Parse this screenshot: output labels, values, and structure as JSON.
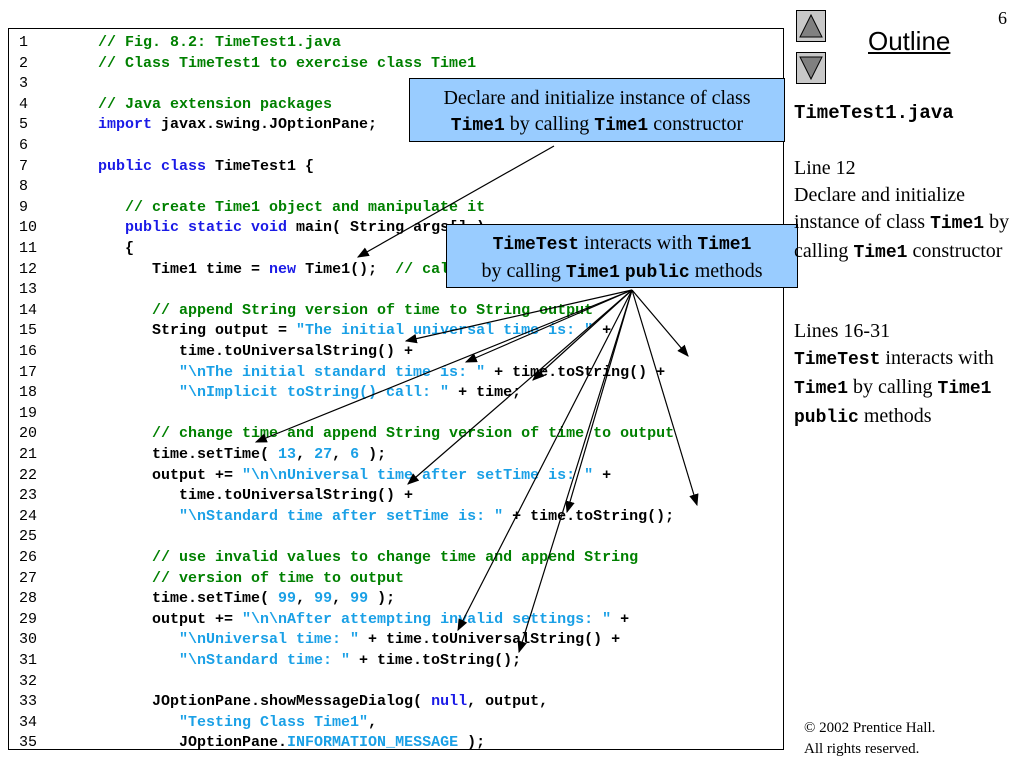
{
  "page_number": "6",
  "outline_label": "Outline",
  "nav": {
    "up_icon": "triangle-up-icon",
    "down_icon": "triangle-down-icon"
  },
  "file_name": "TimeTest1.java",
  "notes": {
    "line12_title": "Line 12",
    "line12_part1": "Declare and initialize instance of class ",
    "line12_class1": "Time1",
    "line12_part2": " by calling ",
    "line12_class2": "Time1",
    "line12_part3": " constructor",
    "lines_title": "Lines 16-31",
    "lines_class1": "TimeTest",
    "lines_part1": " interacts with ",
    "lines_class2": "Time1",
    "lines_part2": " by calling ",
    "lines_class3": "Time1",
    "lines_kw": "public",
    "lines_part3": " methods"
  },
  "copyright": {
    "line1": "© 2002 Prentice Hall.",
    "line2": "All rights reserved."
  },
  "callouts": {
    "c1": {
      "part1": "Declare and initialize instance of class",
      "class1": "Time1",
      "part2": " by calling ",
      "class2": "Time1",
      "part3": " constructor"
    },
    "c2": {
      "class1": "TimeTest",
      "part1": " interacts with ",
      "class2": "Time1",
      "part2": "by calling ",
      "class3": "Time1",
      "kw": "public",
      "part3": " methods"
    }
  },
  "code_lines": [
    {
      "n": "1",
      "segs": [
        [
          "cm",
          "   // Fig. 8.2: TimeTest1.java"
        ]
      ]
    },
    {
      "n": "2",
      "segs": [
        [
          "cm",
          "   // Class TimeTest1 to exercise class Time1"
        ]
      ]
    },
    {
      "n": "3",
      "segs": []
    },
    {
      "n": "4",
      "segs": [
        [
          "cm",
          "   // Java extension packages"
        ]
      ]
    },
    {
      "n": "5",
      "segs": [
        [
          "kw",
          "   import"
        ],
        [
          "tx",
          " javax.swing.JOptionPane;"
        ]
      ]
    },
    {
      "n": "6",
      "segs": []
    },
    {
      "n": "7",
      "segs": [
        [
          "kw",
          "   public class"
        ],
        [
          "tx",
          " TimeTest1 {"
        ]
      ]
    },
    {
      "n": "8",
      "segs": []
    },
    {
      "n": "9",
      "segs": [
        [
          "cm",
          "      // create Time1 object and manipulate it"
        ]
      ]
    },
    {
      "n": "10",
      "segs": [
        [
          "kw",
          "      public static void"
        ],
        [
          "tx",
          " main( String args[] )"
        ]
      ]
    },
    {
      "n": "11",
      "segs": [
        [
          "tx",
          "      {"
        ]
      ]
    },
    {
      "n": "12",
      "segs": [
        [
          "tx",
          "         Time1 time = "
        ],
        [
          "kw",
          "new"
        ],
        [
          "tx",
          " Time1();  "
        ],
        [
          "cm",
          "// calls Time1 constructor"
        ]
      ]
    },
    {
      "n": "13",
      "segs": []
    },
    {
      "n": "14",
      "segs": [
        [
          "cm",
          "         // append String version of time to String output"
        ]
      ]
    },
    {
      "n": "15",
      "segs": [
        [
          "tx",
          "         String output = "
        ],
        [
          "str",
          "\"The initial universal time is: \""
        ],
        [
          "tx",
          " +"
        ]
      ]
    },
    {
      "n": "16",
      "segs": [
        [
          "tx",
          "            time.toUniversalString() +"
        ]
      ]
    },
    {
      "n": "17",
      "segs": [
        [
          "str",
          "            \"\\nThe initial standard time is: \""
        ],
        [
          "tx",
          " + time.toString() +"
        ]
      ]
    },
    {
      "n": "18",
      "segs": [
        [
          "str",
          "            \"\\nImplicit toString() call: \""
        ],
        [
          "tx",
          " + time;"
        ]
      ]
    },
    {
      "n": "19",
      "segs": []
    },
    {
      "n": "20",
      "segs": [
        [
          "cm",
          "         // change time and append String version of time to output"
        ]
      ]
    },
    {
      "n": "21",
      "segs": [
        [
          "tx",
          "         time.setTime( "
        ],
        [
          "num",
          "13"
        ],
        [
          "tx",
          ", "
        ],
        [
          "num",
          "27"
        ],
        [
          "tx",
          ", "
        ],
        [
          "num",
          "6"
        ],
        [
          "tx",
          " );"
        ]
      ]
    },
    {
      "n": "22",
      "segs": [
        [
          "tx",
          "         output += "
        ],
        [
          "str",
          "\"\\n\\nUniversal time after setTime is: \""
        ],
        [
          "tx",
          " +"
        ]
      ]
    },
    {
      "n": "23",
      "segs": [
        [
          "tx",
          "            time.toUniversalString() +"
        ]
      ]
    },
    {
      "n": "24",
      "segs": [
        [
          "str",
          "            \"\\nStandard time after setTime is: \""
        ],
        [
          "tx",
          " + time.toString();"
        ]
      ]
    },
    {
      "n": "25",
      "segs": []
    },
    {
      "n": "26",
      "segs": [
        [
          "cm",
          "         // use invalid values to change time and append String"
        ]
      ]
    },
    {
      "n": "27",
      "segs": [
        [
          "cm",
          "         // version of time to output"
        ]
      ]
    },
    {
      "n": "28",
      "segs": [
        [
          "tx",
          "         time.setTime( "
        ],
        [
          "num",
          "99"
        ],
        [
          "tx",
          ", "
        ],
        [
          "num",
          "99"
        ],
        [
          "tx",
          ", "
        ],
        [
          "num",
          "99"
        ],
        [
          "tx",
          " );"
        ]
      ]
    },
    {
      "n": "29",
      "segs": [
        [
          "tx",
          "         output += "
        ],
        [
          "str",
          "\"\\n\\nAfter attempting invalid settings: \""
        ],
        [
          "tx",
          " +"
        ]
      ]
    },
    {
      "n": "30",
      "segs": [
        [
          "str",
          "            \"\\nUniversal time: \""
        ],
        [
          "tx",
          " + time.toUniversalString() +"
        ]
      ]
    },
    {
      "n": "31",
      "segs": [
        [
          "str",
          "            \"\\nStandard time: \""
        ],
        [
          "tx",
          " + time.toString();"
        ]
      ]
    },
    {
      "n": "32",
      "segs": []
    },
    {
      "n": "33",
      "segs": [
        [
          "tx",
          "         JOptionPane.showMessageDialog( "
        ],
        [
          "kw",
          "null"
        ],
        [
          "tx",
          ", output,"
        ]
      ]
    },
    {
      "n": "34",
      "segs": [
        [
          "str",
          "            \"Testing Class Time1\""
        ],
        [
          "tx",
          ","
        ]
      ]
    },
    {
      "n": "35",
      "segs": [
        [
          "tx",
          "            JOptionPane."
        ],
        [
          "str",
          "INFORMATION_MESSAGE"
        ],
        [
          "tx",
          " );"
        ]
      ]
    }
  ]
}
